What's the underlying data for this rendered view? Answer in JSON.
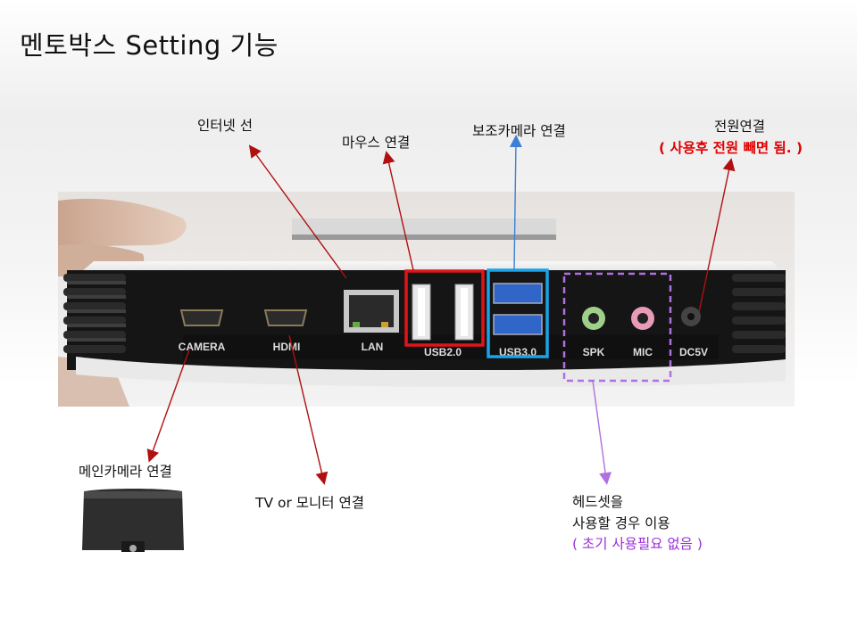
{
  "title": "멘토박스 Setting 기능",
  "labels": {
    "internet": "인터넷 선",
    "mouse": "마우스 연결",
    "subcam": "보조카메라 연결",
    "power": "전원연결",
    "power_note": "( 사용후 전원 빼면 됨. )",
    "maincam": "메인카메라 연결",
    "tv": "TV or 모니터 연결",
    "headset_1": "헤드셋을",
    "headset_2": "사용할 경우 이용",
    "headset_note": "( 초기 사용필요 없음 )"
  },
  "ports": [
    "CAMERA",
    "HDMI",
    "LAN",
    "USB2.0",
    "USB3.0",
    "SPK",
    "MIC",
    "DC5V"
  ],
  "colors": {
    "arrow_dark": "#b01010",
    "arrow_blue": "#3a7fd5",
    "arrow_purple": "#b070e0",
    "box_red": "#e0151a",
    "box_cyan": "#1aa3e8",
    "box_purple": "#b070e0"
  }
}
